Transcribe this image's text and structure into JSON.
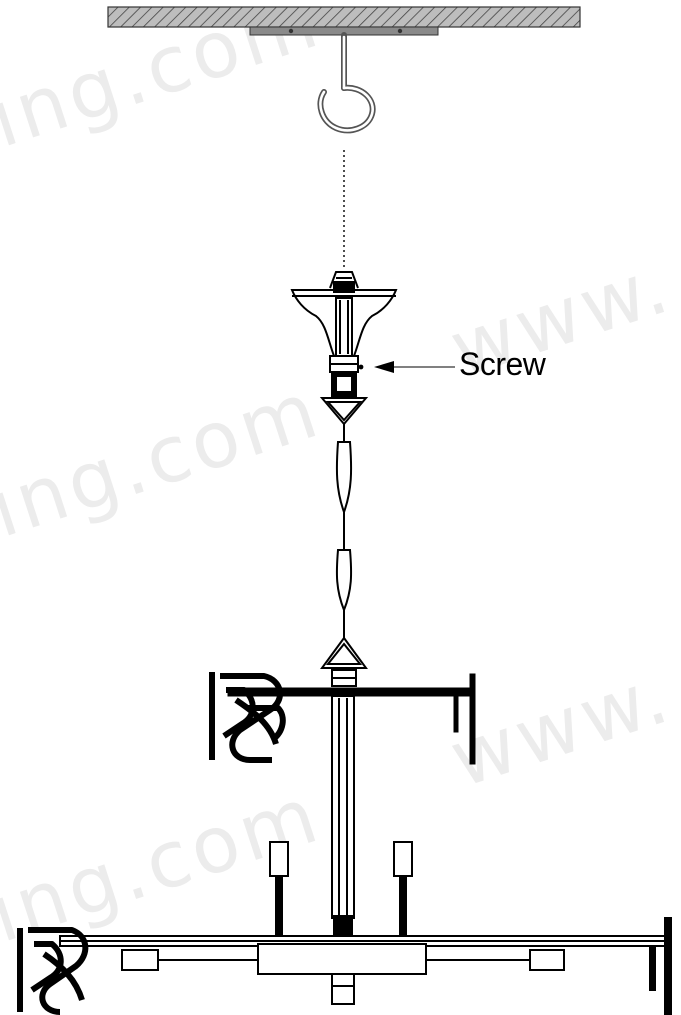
{
  "labels": {
    "screw": "Screw"
  },
  "watermark": {
    "text_a": "ing.com",
    "text_b": "www."
  },
  "colors": {
    "line": "#000000",
    "hook": "#555555",
    "hatch_fill": "#bdbdbd",
    "plate": "#8a8a8a",
    "watermark": "#ececec"
  },
  "icons": {
    "ceiling": "ceiling-hatch-icon",
    "hook": "ceiling-hook-icon",
    "canopy": "canopy-icon",
    "chain": "chain-icon",
    "arrow": "arrow-left-icon",
    "crystal": "crystal-ornament-icon"
  }
}
